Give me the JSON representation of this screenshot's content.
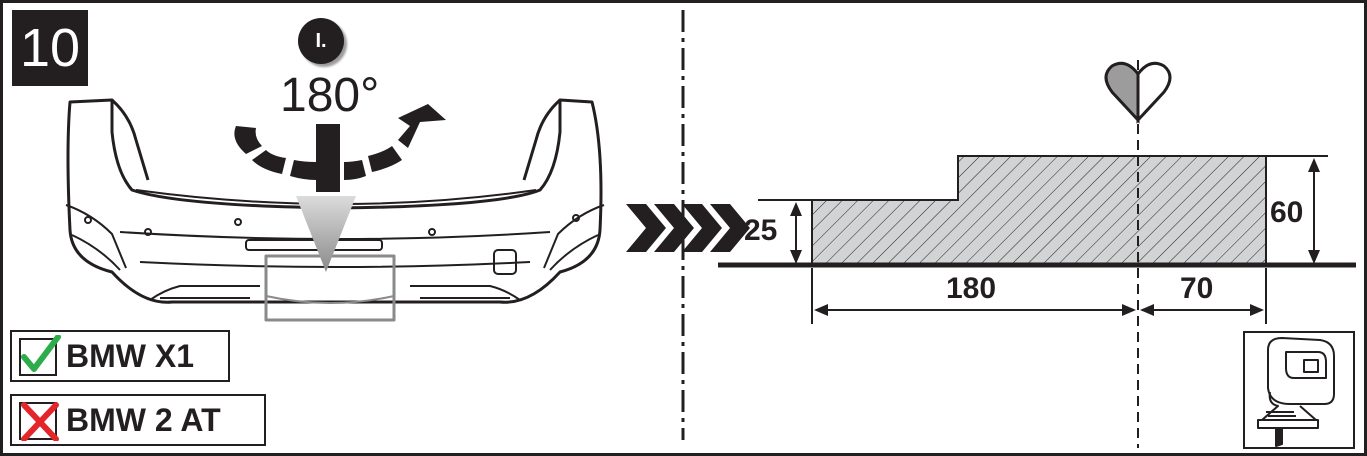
{
  "step": {
    "number": "10",
    "substep": "I."
  },
  "rotation": {
    "label": "180°"
  },
  "compatibility": [
    {
      "label": "BMW X1",
      "status": "compatible",
      "icon": "check-icon",
      "color": "#2cac4a"
    },
    {
      "label": "BMW 2 AT",
      "status": "incompatible",
      "icon": "cross-icon",
      "color": "#e3262c"
    }
  ],
  "cut_template": {
    "dimensions": {
      "height_left": "25",
      "height_right": "60",
      "width_left": "180",
      "width_right": "70"
    }
  },
  "icons": {
    "center_mark": "heart-icon",
    "tool": "jigsaw-icon",
    "arrows": "chevron-right-icon"
  },
  "colors": {
    "ink": "#231f20",
    "hatch_fill": "#d1d3d4",
    "arrow_gray": "#9c9c9c"
  }
}
